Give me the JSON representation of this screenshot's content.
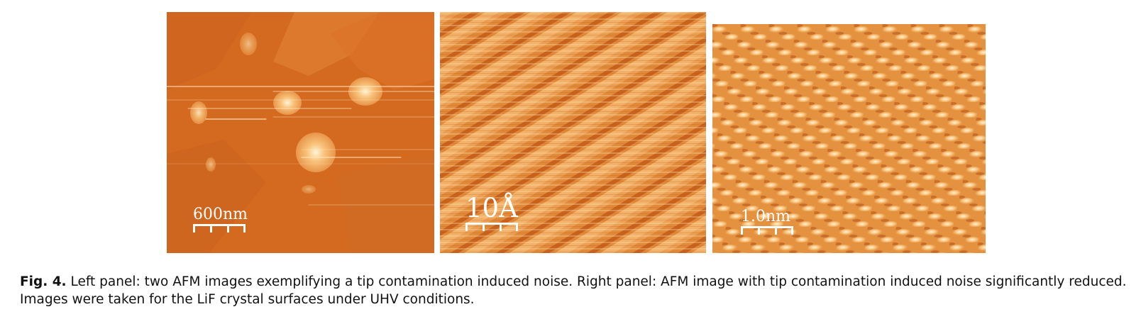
{
  "figure": {
    "panels": [
      {
        "id": "a",
        "scale_label": "600nm",
        "base_color": "#d96b1e"
      },
      {
        "id": "b",
        "scale_label": "10Å",
        "base_color": "#e08a3a"
      },
      {
        "id": "c",
        "scale_label": "1.0nm",
        "base_color": "#e89a48"
      }
    ],
    "caption_label": "Fig. 4.",
    "caption_text": "Left panel: two AFM images exemplifying a tip contamination induced noise. Right panel: AFM image with tip contamination induced noise significantly reduced. Images were taken for the LiF crystal surfaces under UHV conditions."
  }
}
